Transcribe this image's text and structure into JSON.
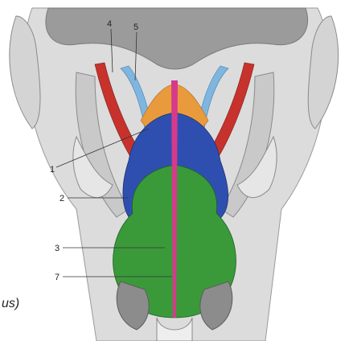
{
  "labels": [
    {
      "id": "1",
      "text": "1"
    },
    {
      "id": "2",
      "text": "2"
    },
    {
      "id": "3",
      "text": "3"
    },
    {
      "id": "4",
      "text": "4"
    },
    {
      "id": "5",
      "text": "5"
    },
    {
      "id": "7",
      "text": "7"
    }
  ],
  "caption_fragment": "us)",
  "colors": {
    "skin": "#d9d9d9",
    "skin_light": "#ececec",
    "outline": "#8a8a8a",
    "mandible": "#9b9b9b",
    "sternocleidomastoid": "#c8322c",
    "omohyoid": "#7fb6e0",
    "digastric": "#e89a3c",
    "mylohyoid": "#2f4fb0",
    "platysma_like": "#3a9a3a",
    "midline_raphe": "#d63a8c",
    "thyroid_gray": "#8c8c8c"
  },
  "regions": {
    "structure_1": "digastric-region",
    "structure_2": "mylohyoid-region",
    "structure_3": "lower-muscle-region",
    "structure_4": "sternocleidomastoid",
    "structure_5": "omohyoid",
    "structure_7": "midline-raphe"
  }
}
